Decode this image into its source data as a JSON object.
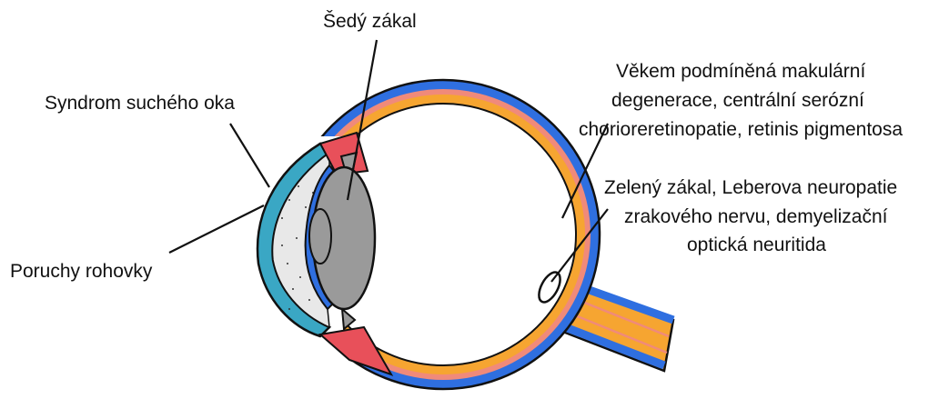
{
  "labels": {
    "cataract": "Šedý zákal",
    "dry_eye": "Syndrom suchého oka",
    "cornea": "Poruchy rohovky",
    "retina_line1": "Věkem podmíněná makulární",
    "retina_line2": "degenerace, centrální serózní",
    "retina_line3": "chorioreretinopatie, retinis pigmentosa",
    "nerve_line1": "Zelený zákal, Leberova neuropatie",
    "nerve_line2": "zrakového nervu, demyelizační",
    "nerve_line3": "optická neuritida"
  },
  "colors": {
    "sclera": "#2f6fe0",
    "choroid": "#f08a7a",
    "retina": "#f6a531",
    "lens": "#9a9a9a",
    "cornea": "#3aa7c4",
    "iris_ciliary": "#e8505a",
    "outline": "#111111"
  }
}
